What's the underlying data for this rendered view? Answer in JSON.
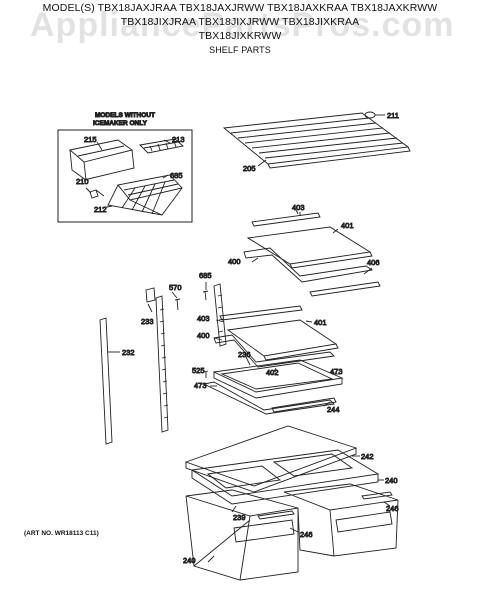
{
  "header": {
    "line1": "MODEL(S) TBX18JAXJRAA  TBX18JAXJRWW  TBX18JAXKRAA  TBX18JAXKRWW",
    "line2": "TBX18JIXJRAA  TBX18JIXJRWW  TBX18JIXKRAA",
    "line3": "TBX18JIXKRWW",
    "subtitle": "SHELF PARTS"
  },
  "watermark": "AppliancePartsPros.com",
  "inset": {
    "title_line1": "MODELS WITHOUT",
    "title_line2": "ICEMAKER ONLY"
  },
  "parts": {
    "p215": "215",
    "p213": "213",
    "p210": "210",
    "p685a": "685",
    "p212": "212",
    "p211": "211",
    "p205": "205",
    "p403a": "403",
    "p401a": "401",
    "p400a": "400",
    "p406": "406",
    "p685b": "685",
    "p570": "570",
    "p233": "233",
    "p232": "232",
    "p403b": "403",
    "p401b": "401",
    "p400b": "400",
    "p236": "236",
    "p402": "402",
    "p525": "525",
    "p473a": "473",
    "p473b": "473",
    "p244": "244",
    "p242": "242",
    "p240a": "240",
    "p246a": "246",
    "p239": "239",
    "p246b": "246",
    "p240b": "240"
  },
  "footer": {
    "art_no": "(ART NO. WR18113 C11)"
  }
}
